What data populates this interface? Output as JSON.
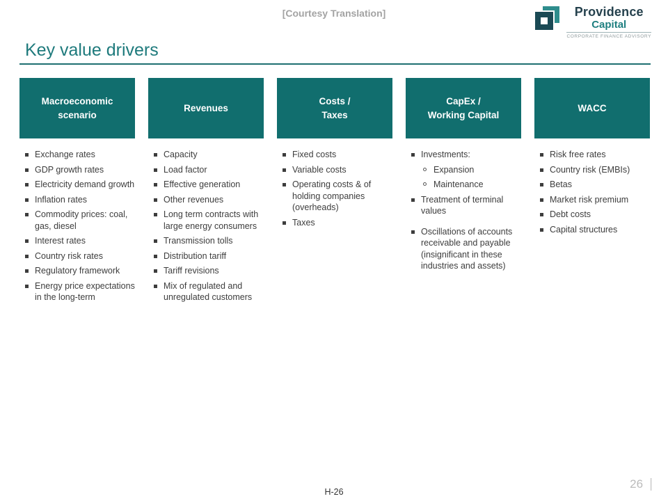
{
  "header": {
    "courtesy": "[Courtesy Translation]",
    "logo": {
      "line1": "Providence",
      "line2": "Capital",
      "subtitle": "CORPORATE FINANCE ADVISORY"
    }
  },
  "title": "Key value drivers",
  "colors": {
    "box_teal": "#116e6e",
    "title_teal": "#1e7a7c",
    "logo_dark": "#25414d",
    "logo_teal": "#1e7f80",
    "body_text": "#3d3d3d",
    "muted_gray": "#a3a3a3"
  },
  "columns": [
    {
      "header": "Macroeconomic\nscenario",
      "items": [
        {
          "text": "Exchange rates",
          "level": 1
        },
        {
          "text": "GDP growth rates",
          "level": 1
        },
        {
          "text": "Electricity demand growth",
          "level": 1
        },
        {
          "text": "Inflation rates",
          "level": 1
        },
        {
          "text": "Commodity prices: coal, gas, diesel",
          "level": 1
        },
        {
          "text": "Interest rates",
          "level": 1
        },
        {
          "text": "Country risk rates",
          "level": 1
        },
        {
          "text": "Regulatory framework",
          "level": 1
        },
        {
          "text": "Energy price expectations in the long-term",
          "level": 1
        }
      ]
    },
    {
      "header": "Revenues",
      "items": [
        {
          "text": "Capacity",
          "level": 1
        },
        {
          "text": "Load factor",
          "level": 1
        },
        {
          "text": "Effective generation",
          "level": 1
        },
        {
          "text": "Other revenues",
          "level": 1
        },
        {
          "text": "Long term contracts with large energy consumers",
          "level": 1
        },
        {
          "text": "Transmission tolls",
          "level": 1
        },
        {
          "text": "Distribution tariff",
          "level": 1
        },
        {
          "text": "Tariff revisions",
          "level": 1
        },
        {
          "text": "Mix of regulated and unregulated customers",
          "level": 1
        }
      ]
    },
    {
      "header": "Costs /\nTaxes",
      "items": [
        {
          "text": "Fixed costs",
          "level": 1
        },
        {
          "text": "Variable costs",
          "level": 1
        },
        {
          "text": "Operating costs & of holding companies (overheads)",
          "level": 1
        },
        {
          "text": "Taxes",
          "level": 1
        }
      ]
    },
    {
      "header": "CapEx /\nWorking Capital",
      "items": [
        {
          "text": "Investments:",
          "level": 1
        },
        {
          "text": "Expansion",
          "level": 2
        },
        {
          "text": "Maintenance",
          "level": 2
        },
        {
          "text": "Treatment of terminal values",
          "level": 1
        },
        {
          "text": "Oscillations of accounts receivable and payable (insignificant in these industries and assets)",
          "level": 1,
          "gap_before": true
        }
      ]
    },
    {
      "header": "WACC",
      "items": [
        {
          "text": "Risk free rates",
          "level": 1
        },
        {
          "text": "Country risk (EMBIs)",
          "level": 1
        },
        {
          "text": "Betas",
          "level": 1
        },
        {
          "text": "Market risk premium",
          "level": 1
        },
        {
          "text": "Debt costs",
          "level": 1
        },
        {
          "text": "Capital structures",
          "level": 1
        }
      ]
    }
  ],
  "footer": {
    "doc_number": "H-26",
    "page_number": "26",
    "separator": "|"
  }
}
